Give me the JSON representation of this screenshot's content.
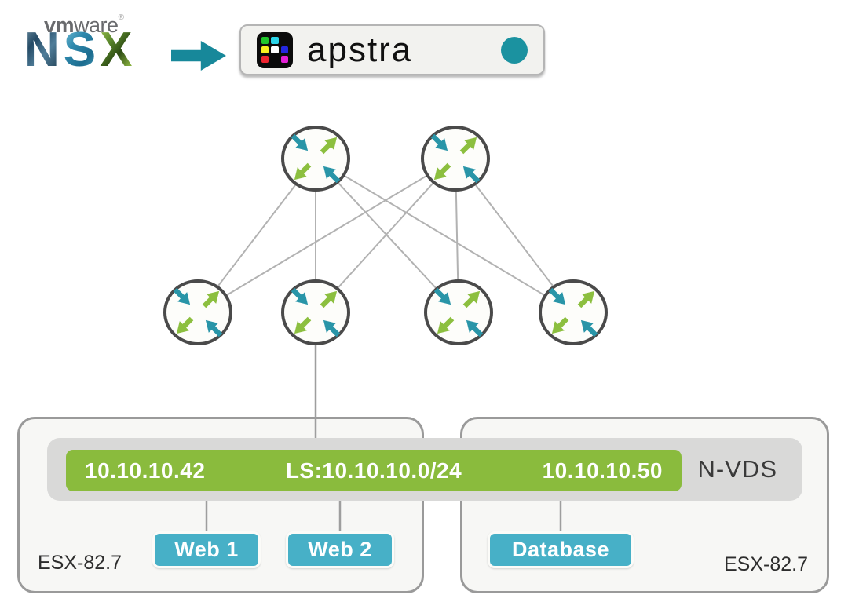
{
  "header": {
    "vmware_brand": "vmware",
    "vmware_reg": "®",
    "nsx_letters": [
      "N",
      "S",
      "X"
    ],
    "apstra_wordmark": "apstra"
  },
  "topology": {
    "spine_ids": [
      "spine-1",
      "spine-2"
    ],
    "leaf_ids": [
      "leaf-1",
      "leaf-2",
      "leaf-3",
      "leaf-4"
    ]
  },
  "nvds": {
    "label": "N-VDS",
    "vnic_ip_left": "10.10.10.42",
    "logical_switch": "LS:10.10.10.0/24",
    "vnic_ip_right": "10.10.10.50"
  },
  "vms": [
    {
      "label": "Web 1"
    },
    {
      "label": "Web 2"
    },
    {
      "label": "Database"
    }
  ],
  "hosts": [
    {
      "label": "ESX-82.7"
    },
    {
      "label": "ESX-82.7"
    }
  ],
  "colors": {
    "teal": "#17889a",
    "router_teal": "#2995a8",
    "router_green": "#8cbf3f",
    "green_bar": "#8abb3d",
    "vm_teal": "#47b0c7",
    "apstra_dot": "#1b92a0",
    "link_gray": "#b2b2b2"
  },
  "apstra_logo_grid": [
    "#1fc52b",
    "#2ad4e8",
    "",
    "#f7ef1f",
    "#ffffff",
    "#2427e0",
    "#ef2430",
    "",
    "#e320d6"
  ]
}
